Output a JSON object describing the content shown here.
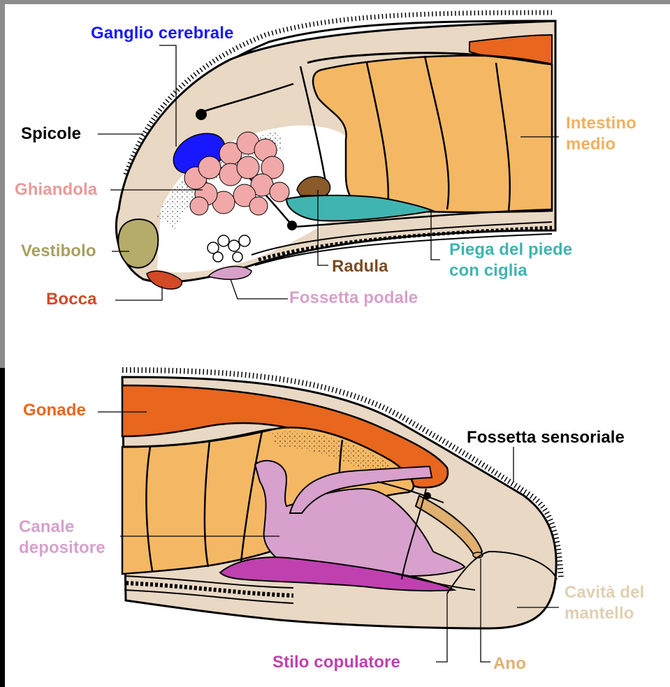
{
  "colors": {
    "body": "#e8d8c4",
    "intestine": "#f4b864",
    "gonad": "#e8661e",
    "ganglion": "#1818ff",
    "gland": "#f0a8a8",
    "vestibule": "#b4ac68",
    "mouth": "#d24a26",
    "radula": "#8a5a2a",
    "foot_fold": "#40b4b0",
    "pedal_pit": "#d8a0c8",
    "canal": "#d8a0cc",
    "copulatory_stylet": "#c040b0",
    "anus": "#e0b070",
    "mantle": "#d8c8b4",
    "outline": "#000000"
  },
  "top_labels": {
    "ganglio": "Ganglio cerebrale",
    "spicole": "Spicole",
    "ghiandola": "Ghiandola",
    "vestibolo": "Vestibolo",
    "bocca": "Bocca",
    "intestino": "Intestino\nmedio",
    "piega": "Piega del piede\ncon ciglia",
    "radula": "Radula",
    "fossetta_podale": "Fossetta podale"
  },
  "bottom_labels": {
    "gonade": "Gonade",
    "fossetta_sensoriale": "Fossetta sensoriale",
    "canale": "Canale\ndepositore",
    "cavita": "Cavità del\nmantello",
    "stilo": "Stilo copulatore",
    "ano": "Ano"
  }
}
